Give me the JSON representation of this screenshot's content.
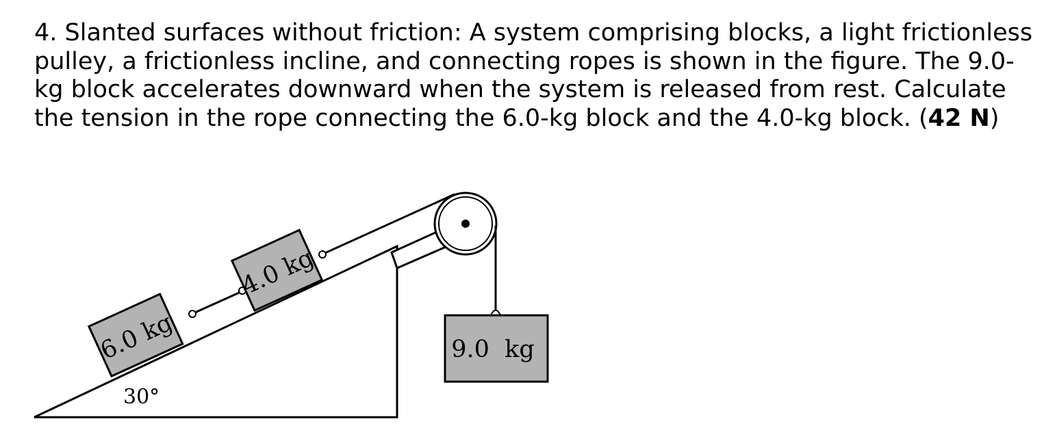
{
  "problem": {
    "number": "4.",
    "text": "Slanted surfaces without friction: A system comprising blocks, a light frictionless pulley, a frictionless incline, and connecting ropes is shown in the figure. The 9.0-kg block accelerates downward when the system is released from rest. Calculate the tension in the rope connecting the 6.0-kg block and the 4.0-kg block.",
    "answer_open": "(",
    "answer": "42 N",
    "answer_close": ")"
  },
  "figure": {
    "incline_angle_label": "30°",
    "incline_angle_deg": 30,
    "blocks": [
      {
        "id": "block-6kg",
        "label": "6.0 kg",
        "mass_kg": 6.0
      },
      {
        "id": "block-4kg",
        "label": "4.0 kg",
        "mass_kg": 4.0
      },
      {
        "id": "block-9kg",
        "label": "9.0  kg",
        "mass_kg": 9.0
      }
    ],
    "colors": {
      "block_fill": "#b3b3b3",
      "line": "#000000",
      "background": "#ffffff"
    }
  }
}
